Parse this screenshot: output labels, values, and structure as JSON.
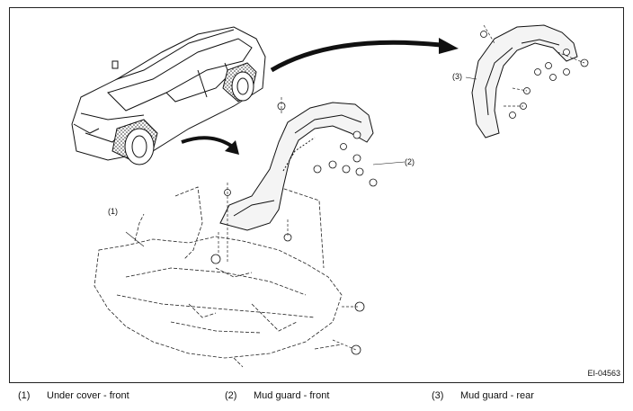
{
  "diagram": {
    "figure_id": "EI-04563",
    "callouts": [
      {
        "label": "(1)"
      },
      {
        "label": "(2)"
      },
      {
        "label": "(3)"
      }
    ]
  },
  "legend": [
    {
      "number": "(1)",
      "text": "Under cover - front"
    },
    {
      "number": "(2)",
      "text": "Mud guard - front"
    },
    {
      "number": "(3)",
      "text": "Mud guard - rear"
    }
  ]
}
